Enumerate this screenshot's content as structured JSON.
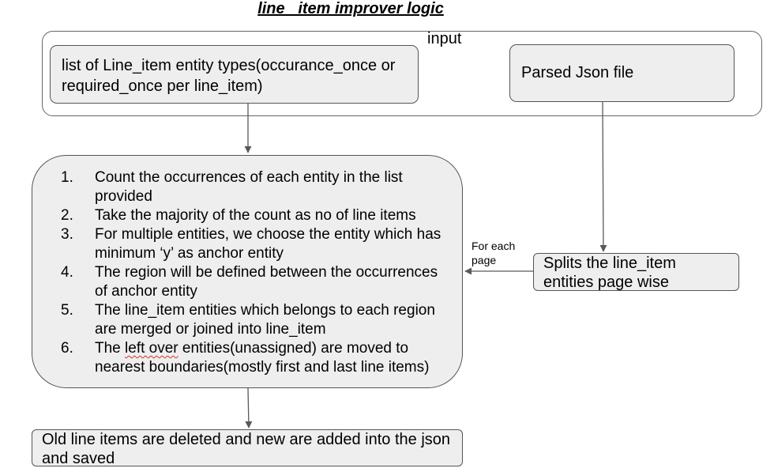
{
  "title": "line _item improver logic",
  "input_group": {
    "label": "input",
    "line_item_types_box": "list of Line_item entity types(occurance_once or required_once per line_item)",
    "parsed_json_box": "Parsed Json file"
  },
  "logic_steps": [
    {
      "number": "1.",
      "text": "Count the occurrences of each entity in the list provided"
    },
    {
      "number": "2.",
      "text": "Take the majority of the count as no of line items"
    },
    {
      "number": "3.",
      "text": "For multiple entities, we choose the entity which has minimum ‘y’ as anchor entity"
    },
    {
      "number": "4.",
      "text": "The region will be defined between the occurrences of anchor entity"
    },
    {
      "number": "5.",
      "text": "The line_item entities which belongs to each region are merged or joined into line_item"
    },
    {
      "number": "6.",
      "text_before": "The ",
      "text_flagged": "left over",
      "text_after": " entities(unassigned) are moved to nearest boundaries(mostly first and last line items)"
    }
  ],
  "splits_box": "Splits the line_item entities page wise",
  "edge_label": "For each page",
  "final_box": "Old line items are deleted and new are added into the json and saved",
  "colors": {
    "box_fill": "#eeeeee",
    "box_border": "#555555",
    "arrow": "#595959",
    "spellcheck": "#d93025"
  }
}
